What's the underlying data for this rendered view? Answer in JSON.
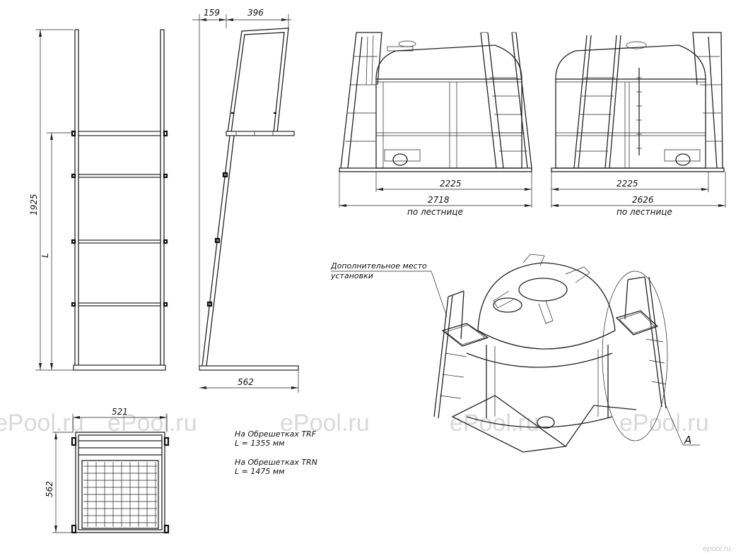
{
  "watermark": "ePool.ru",
  "corner_logo": "epool.ru",
  "ladder_front": {
    "height_dim": "1925",
    "inner_dim": "L"
  },
  "ladder_side": {
    "top_dim_a": "159",
    "top_dim_b": "396",
    "base_dim": "562"
  },
  "platform_plan": {
    "width_dim": "521",
    "depth_dim": "562"
  },
  "lengths_note": {
    "trf_line1": "На Обрешетках TRF",
    "trf_line2": "L = 1355 мм",
    "trn_line1": "На Обрешетках TRN",
    "trn_line2": "L = 1475 мм"
  },
  "tank_view_1": {
    "inner_dim": "2225",
    "outer_dim": "2718",
    "outer_caption": "по лестнице"
  },
  "tank_view_2": {
    "inner_dim": "2225",
    "outer_dim": "2626",
    "outer_caption": "по лестнице"
  },
  "iso_view": {
    "callout_line1": "Дополнительное место",
    "callout_line2": "установки",
    "detail_label": "A"
  }
}
